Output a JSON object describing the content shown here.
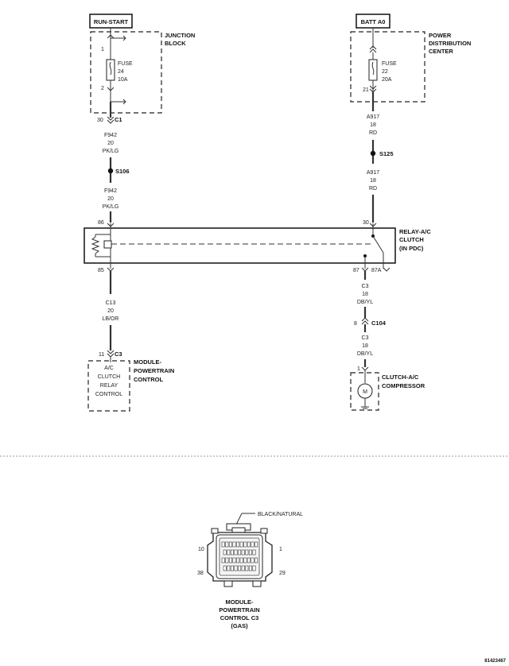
{
  "power_sources": {
    "run_start": "RUN-START",
    "batt_a0": "BATT A0"
  },
  "junction_block": {
    "title_line1": "JUNCTION",
    "title_line2": "BLOCK",
    "pin_top": "1",
    "pin_bottom": "2",
    "fuse_label": "FUSE",
    "fuse_num": "24",
    "fuse_amp": "10A",
    "connector_pin": "30",
    "connector": "C1"
  },
  "pdc": {
    "title_line1": "POWER",
    "title_line2": "DISTRIBUTION",
    "title_line3": "CENTER",
    "fuse_label": "FUSE",
    "fuse_num": "22",
    "fuse_amp": "20A",
    "pin_bottom": "21"
  },
  "wires": {
    "f942_a": {
      "circuit": "F942",
      "gauge": "20",
      "color": "PK/LG"
    },
    "f942_b": {
      "circuit": "F942",
      "gauge": "20",
      "color": "PK/LG"
    },
    "a917_a": {
      "circuit": "A917",
      "gauge": "18",
      "color": "RD"
    },
    "a917_b": {
      "circuit": "A917",
      "gauge": "18",
      "color": "RD"
    },
    "c13": {
      "circuit": "C13",
      "gauge": "20",
      "color": "LB/OR"
    },
    "c3_a": {
      "circuit": "C3",
      "gauge": "18",
      "color": "DB/YL"
    },
    "c3_b": {
      "circuit": "C3",
      "gauge": "18",
      "color": "DB/YL"
    }
  },
  "splices": {
    "s106": "S106",
    "s125": "S125"
  },
  "relay": {
    "title_line1": "RELAY-A/C",
    "title_line2": "CLUTCH",
    "title_line3": "(IN PDC)",
    "pin_86": "86",
    "pin_85": "85",
    "pin_30": "30",
    "pin_87": "87",
    "pin_87a": "87A"
  },
  "pcm": {
    "pin": "11",
    "connector": "C3",
    "title_line1": "MODULE-",
    "title_line2": "POWERTRAIN",
    "title_line3": "CONTROL",
    "inside_line1": "A/C",
    "inside_line2": "CLUTCH",
    "inside_line3": "RELAY",
    "inside_line4": "CONTROL"
  },
  "c104": {
    "pin": "8",
    "connector": "C104"
  },
  "compressor": {
    "pin": "1",
    "title_line1": "CLUTCH-A/C",
    "title_line2": "COMPRESSOR",
    "motor_symbol": "M"
  },
  "connector_view": {
    "color_label": "BLACK/NATURAL",
    "pin_10": "10",
    "pin_1": "1",
    "pin_38": "38",
    "pin_29": "29",
    "title_line1": "MODULE-",
    "title_line2": "POWERTRAIN",
    "title_line3": "CONTROL C3",
    "title_line4": "(GAS)"
  },
  "figure_id": "81423467"
}
